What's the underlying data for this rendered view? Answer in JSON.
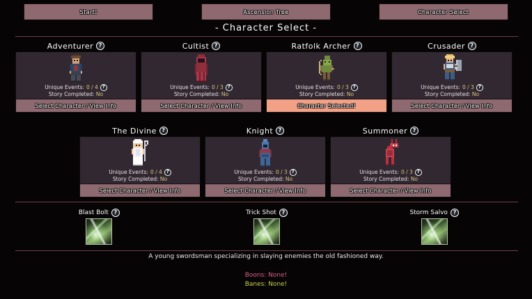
{
  "nav": {
    "buttons": [
      {
        "label": "Start!",
        "name": "nav-start"
      },
      {
        "label": "Ascension Tree",
        "name": "nav-ascension-tree"
      },
      {
        "label": "Character Select",
        "name": "nav-character-select"
      }
    ]
  },
  "header": {
    "title": "- Character Select -"
  },
  "labels": {
    "unique_events": "Unique Events:",
    "story_completed": "Story Completed:",
    "select_button": "Select Character / View Info",
    "selected_button": "Character Selected!",
    "help_glyph": "?"
  },
  "characters": [
    {
      "name": "Adventurer",
      "unique_events": "0 / 4",
      "story_completed": "No",
      "selected": false,
      "button": "Select Character / View Info",
      "sprite": "adventurer-sprite"
    },
    {
      "name": "Cultist",
      "unique_events": "0 / 3",
      "story_completed": "No",
      "selected": false,
      "button": "Select Character / View Info",
      "sprite": "cultist-sprite"
    },
    {
      "name": "Ratfolk Archer",
      "unique_events": "0 / 3",
      "story_completed": "No",
      "selected": true,
      "button": "Character Selected!",
      "sprite": "ratfolk-archer-sprite"
    },
    {
      "name": "Crusader",
      "unique_events": "0 / 3",
      "story_completed": "No",
      "selected": false,
      "button": "Select Character / View Info",
      "sprite": "crusader-sprite"
    },
    {
      "name": "The Divine",
      "unique_events": "0 / 4",
      "story_completed": "No",
      "selected": false,
      "button": "Select Character / View Info",
      "sprite": "divine-sprite"
    },
    {
      "name": "Knight",
      "unique_events": "0 / 3",
      "story_completed": "No",
      "selected": false,
      "button": "Select Character / View Info",
      "sprite": "knight-sprite"
    },
    {
      "name": "Summoner",
      "unique_events": "0 / 3",
      "story_completed": "No",
      "selected": false,
      "button": "Select Character / View Info",
      "sprite": "summoner-sprite"
    }
  ],
  "skills": [
    {
      "name": "Blast Bolt",
      "icon": "blast-bolt-icon"
    },
    {
      "name": "Trick Shot",
      "icon": "trick-shot-icon"
    },
    {
      "name": "Storm Salvo",
      "icon": "storm-salvo-icon"
    }
  ],
  "description": "A young swordsman specializing in slaying enemies the old fashioned way.",
  "boons": {
    "label": "Boons:",
    "value": "None!",
    "text": "Boons: None!"
  },
  "banes": {
    "label": "Banes:",
    "value": "None!",
    "text": "Banes: None!"
  },
  "colors": {
    "background": "#070405",
    "card_body": "#322831",
    "button": "#8e6a70",
    "button_selected": "#f2a186",
    "divider": "#6e4247",
    "highlight_text": "#d8c77e",
    "boons_text": "#e0628c",
    "banes_text": "#c9d84a"
  }
}
